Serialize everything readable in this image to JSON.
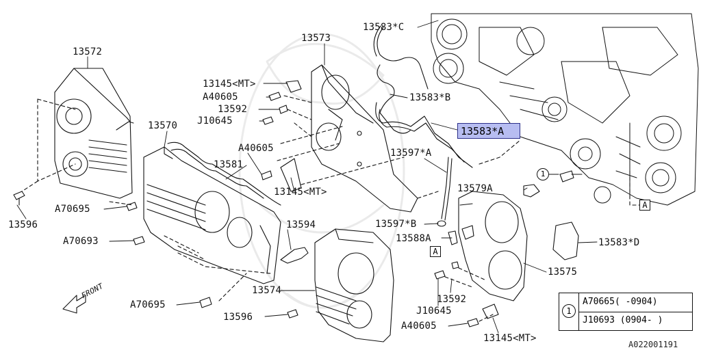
{
  "labels": {
    "p13572": "13572",
    "p13573": "13573",
    "p13583c": "13583*C",
    "p13583b": "13583*B",
    "p13583a": "13583*A",
    "p13145_top": "13145<MT>",
    "pA40605_top": "A40605",
    "p13592_top": "13592",
    "pJ10645_top": "J10645",
    "p13570": "13570",
    "pA40605_mid": "A40605",
    "p13581": "13581",
    "p13597a": "13597*A",
    "p13145_mid": "13145<MT>",
    "p13579a": "13579A",
    "p13596_left": "13596",
    "pA70695_top": "A70695",
    "pA70693": "A70693",
    "p13597b": "13597*B",
    "p13594": "13594",
    "p13588a": "13588A",
    "p13583d": "13583*D",
    "p13575": "13575",
    "p13574": "13574",
    "p13592_bot": "13592",
    "pJ10645_bot": "J10645",
    "pA70695_bot": "A70695",
    "p13596_bot": "13596",
    "pA40605_bot": "A40605",
    "p13145_bot": "13145<MT>",
    "front": "FRONT",
    "ref_circle": "1",
    "box_a": "A"
  },
  "legend": {
    "circle": "1",
    "row1": "A70665(  -0904)",
    "row2": "J10693 (0904-  )"
  },
  "highlight": {
    "label": "13583*A",
    "color": "#b7bdf1"
  },
  "diagram_code": "A022001191"
}
